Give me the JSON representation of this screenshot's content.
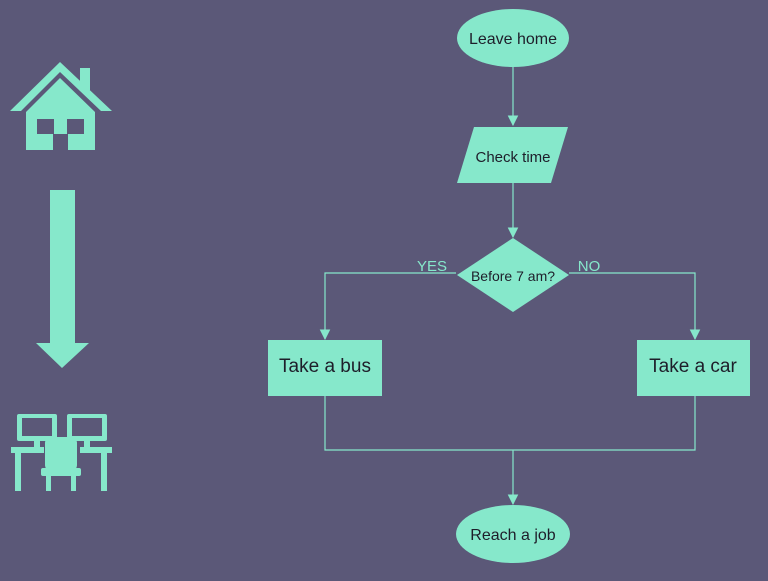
{
  "colors": {
    "background": "#5b5878",
    "shape_fill": "#86e8cb",
    "connector": "#86e8cb",
    "text": "#1e1e2a"
  },
  "icons": {
    "top": "house-icon",
    "middle": "arrow-down-icon",
    "bottom": "office-desks-icon"
  },
  "flowchart": {
    "nodes": {
      "start": {
        "shape": "ellipse",
        "label": "Leave home"
      },
      "check": {
        "shape": "parallelogram",
        "label": "Check time"
      },
      "decision": {
        "shape": "diamond",
        "label": "Before 7 am?"
      },
      "bus": {
        "shape": "rectangle",
        "label": "Take a bus"
      },
      "car": {
        "shape": "rectangle",
        "label": "Take a car"
      },
      "end": {
        "shape": "ellipse",
        "label": "Reach a job"
      }
    },
    "edges": [
      {
        "from": "start",
        "to": "check",
        "label": ""
      },
      {
        "from": "check",
        "to": "decision",
        "label": ""
      },
      {
        "from": "decision",
        "to": "bus",
        "label": "YES"
      },
      {
        "from": "decision",
        "to": "car",
        "label": "NO"
      },
      {
        "from": "bus",
        "to": "end",
        "label": ""
      },
      {
        "from": "car",
        "to": "end",
        "label": ""
      }
    ]
  }
}
